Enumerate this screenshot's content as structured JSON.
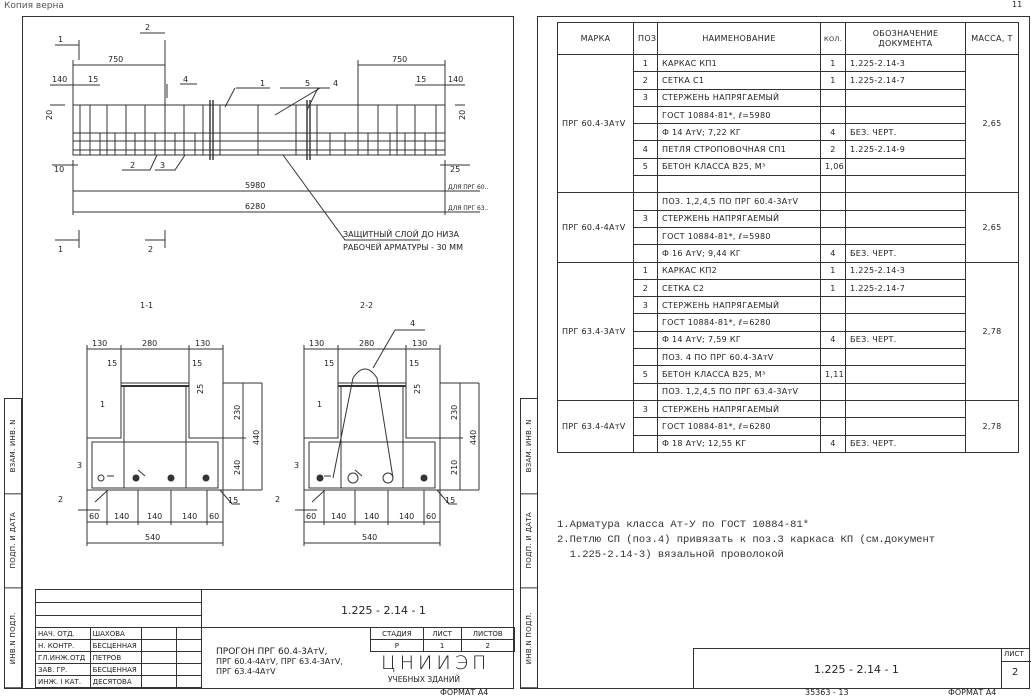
{
  "copy_stamp": "Копия верна",
  "page_number": "11",
  "left_sheet": {
    "elevation": {
      "dims": [
        "750",
        "750",
        "140",
        "15",
        "15",
        "140",
        "20",
        "20",
        "10",
        "25",
        "5980",
        "6280"
      ],
      "for_prg60": "ДЛЯ ПРГ 60..",
      "for_prg63": "ДЛЯ ПРГ 63..",
      "labels": [
        "1",
        "5",
        "4",
        "4",
        "2",
        "3"
      ],
      "cut1": "1",
      "cut2": "2",
      "note_line1": "ЗАЩИТНЫЙ СЛОЙ ДО НИЗА",
      "note_line2": "РАБОЧЕЙ АРМАТУРЫ - 30 ММ"
    },
    "section1": {
      "title": "1-1",
      "top": [
        "130",
        "280",
        "130"
      ],
      "small": [
        "15",
        "15",
        "25"
      ],
      "right": [
        "230",
        "240",
        "440"
      ],
      "bottom": [
        "60",
        "140",
        "140",
        "140",
        "60"
      ],
      "total": "540",
      "edge": "15",
      "labels": [
        "1",
        "3",
        "2"
      ]
    },
    "section2": {
      "title": "2-2",
      "top": [
        "130",
        "280",
        "130"
      ],
      "small": [
        "15",
        "15",
        "25"
      ],
      "right": [
        "230",
        "210",
        "440"
      ],
      "bottom": [
        "60",
        "140",
        "140",
        "140",
        "60"
      ],
      "total": "540",
      "edge": "15",
      "labels": [
        "1",
        "3",
        "2",
        "4"
      ]
    },
    "title_block": {
      "code": "1.225 - 2.14 - 1",
      "signatures": [
        [
          "НАЧ. ОТД.",
          "ШАХОВА"
        ],
        [
          "Н. КОНТР.",
          "БЕСЦЕННАЯ"
        ],
        [
          "ГЛ.ИНЖ.ОТД",
          "ПЕТРОВ"
        ],
        [
          "ЗАВ. ГР.",
          "БЕСЦЕННАЯ"
        ],
        [
          "ИНЖ. I КАТ.",
          "ДЕСЯТОВА"
        ]
      ],
      "title": [
        "ПРОГОН ПРГ 60.4-3АтV,",
        "ПРГ 60.4-4АтV, ПРГ 63.4-3АтV,",
        "ПРГ 63.4-4АтV"
      ],
      "stage_h": "СТАДИЯ",
      "sheet_h": "ЛИСТ",
      "sheets_h": "ЛИСТОВ",
      "stage": "Р",
      "sheet": "1",
      "sheets": "2",
      "org": "ЦНИИЭП",
      "org_sub": "УЧЕБНЫХ ЗДАНИЙ"
    },
    "side_strip": [
      "ИНВ.N ПОДЛ.",
      "ПОДП. И ДАТА",
      "ВЗАМ. ИНВ. N"
    ]
  },
  "spec": {
    "headers": [
      "МАРКА",
      "ПОЗ.",
      "НАИМЕНОВАНИЕ",
      "КОЛ.",
      "ОБОЗНАЧЕНИЕ ДОКУМЕНТА",
      "МАССА, Т"
    ],
    "groups": [
      {
        "mark": "ПРГ 60.4-3АтV",
        "mass": "2,65",
        "rows": [
          [
            "1",
            "КАРКАС КП1",
            "1",
            "1.225-2.14-3"
          ],
          [
            "2",
            "СЕТКА С1",
            "1",
            "1.225-2.14-7"
          ],
          [
            "3",
            "СТЕРЖЕНЬ НАПРЯГАЕМЫЙ",
            "",
            ""
          ],
          [
            "",
            "ГОСТ 10884-81*, ℓ=5980",
            "",
            ""
          ],
          [
            "",
            "Ф 14 АтV;        7,22 КГ",
            "4",
            "БЕЗ. ЧЕРТ."
          ],
          [
            "4",
            "ПЕТЛЯ СТРОПОВОЧНАЯ СП1",
            "2",
            "1.225-2.14-9"
          ],
          [
            "5",
            "БЕТОН КЛАССА В25, М³",
            "1,06",
            ""
          ],
          [
            "",
            "",
            "",
            ""
          ]
        ]
      },
      {
        "mark": "ПРГ 60.4-4АтV",
        "mass": "2,65",
        "rows": [
          [
            "",
            "ПОЗ. 1,2,4,5 ПО ПРГ 60.4-3АтV",
            "",
            ""
          ],
          [
            "3",
            "СТЕРЖЕНЬ НАПРЯГАЕМЫЙ",
            "",
            ""
          ],
          [
            "",
            "ГОСТ 10884-81*, ℓ=5980",
            "",
            ""
          ],
          [
            "",
            "Ф 16 АтV;        9,44 КГ",
            "4",
            "БЕЗ. ЧЕРТ."
          ]
        ]
      },
      {
        "mark": "ПРГ 63.4-3АтV",
        "mass": "2,78",
        "rows": [
          [
            "1",
            "КАРКАС КП2",
            "1",
            "1.225-2.14-3"
          ],
          [
            "2",
            "СЕТКА С2",
            "1",
            "1.225-2.14-7"
          ],
          [
            "3",
            "СТЕРЖЕНЬ НАПРЯГАЕМЫЙ",
            "",
            ""
          ],
          [
            "",
            "ГОСТ 10884-81*, ℓ=6280",
            "",
            ""
          ],
          [
            "",
            "Ф 14 АтV;        7,59 КГ",
            "4",
            "БЕЗ. ЧЕРТ."
          ],
          [
            "",
            "ПОЗ. 4 ПО ПРГ 60.4-3АтV",
            "",
            ""
          ],
          [
            "5",
            "БЕТОН КЛАССА В25, М³",
            "1,11",
            ""
          ],
          [
            "",
            "ПОЗ. 1,2,4,5 ПО ПРГ 63.4-3АтV",
            "",
            ""
          ]
        ]
      },
      {
        "mark": "ПРГ 63.4-4АтV",
        "mass": "2,78",
        "rows": [
          [
            "3",
            "СТЕРЖЕНЬ НАПРЯГАЕМЫЙ",
            "",
            ""
          ],
          [
            "",
            "ГОСТ 10884-81*, ℓ=6280",
            "",
            ""
          ],
          [
            "",
            "Ф 18 АтV;       12,55 КГ",
            "4",
            "БЕЗ. ЧЕРТ."
          ]
        ]
      }
    ]
  },
  "notes": [
    "1.Арматура класса Ат-У по ГОСТ 10884-81*",
    "2.Петлю СП (поз.4) привязать к поз.3 каркаса КП (см.документ",
    "  1.225-2.14-3) вязальной проволокой"
  ],
  "right_title": {
    "code": "1.225 - 2.14 - 1",
    "sheet_h": "ЛИСТ",
    "sheet": "2"
  },
  "footer": {
    "inv": "35363 - 13",
    "format": "ФОРМАТ А4"
  }
}
